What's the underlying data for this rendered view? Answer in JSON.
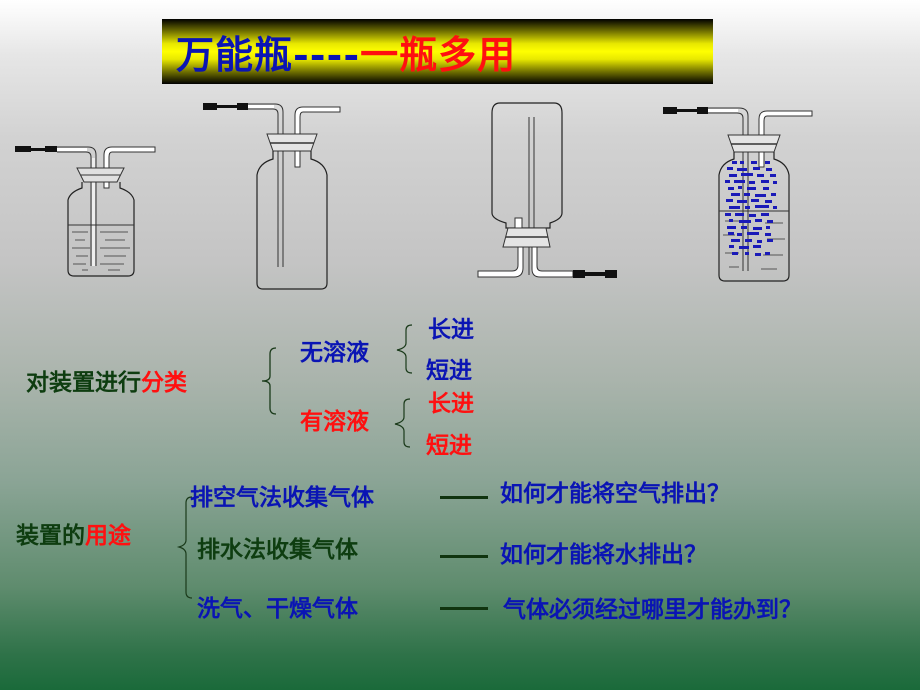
{
  "slide": {
    "title": {
      "part1": "万能瓶----",
      "part2": "一瓶多用",
      "colors": {
        "part1": "#0a14b4",
        "part2": "#ff1010",
        "bar": "#ffff00"
      }
    },
    "figures": [
      {
        "id": "bottle-1",
        "description": "gas washing bottle with liquid, long tube in"
      },
      {
        "id": "bottle-2",
        "description": "empty gas bottle, long tube in"
      },
      {
        "id": "bottle-3",
        "description": "inverted gas bottle, tubes at bottom"
      },
      {
        "id": "bottle-4",
        "description": "gas bottle with liquid and blue gas particles"
      }
    ],
    "classification": {
      "root_prefix": "对装置进行",
      "root_highlight": "分类",
      "branches": [
        {
          "label": "无溶液",
          "color": "#0a14b4",
          "leaves": [
            "长进",
            "短进"
          ]
        },
        {
          "label": "有溶液",
          "color": "#ff1010",
          "leaves": [
            "长进",
            "短进"
          ]
        }
      ]
    },
    "usage": {
      "root_prefix": "装置的",
      "root_highlight": "用途",
      "items": [
        {
          "label": "排空气法收集气体",
          "dash": "——",
          "question": "如何才能将空气排出？"
        },
        {
          "label": "排水法收集气体",
          "dash": "——",
          "question": "如何才能将水排出？"
        },
        {
          "label": "洗气、干燥气体",
          "dash": "——",
          "question": "气体必须经过哪里才能办到？"
        }
      ]
    }
  }
}
